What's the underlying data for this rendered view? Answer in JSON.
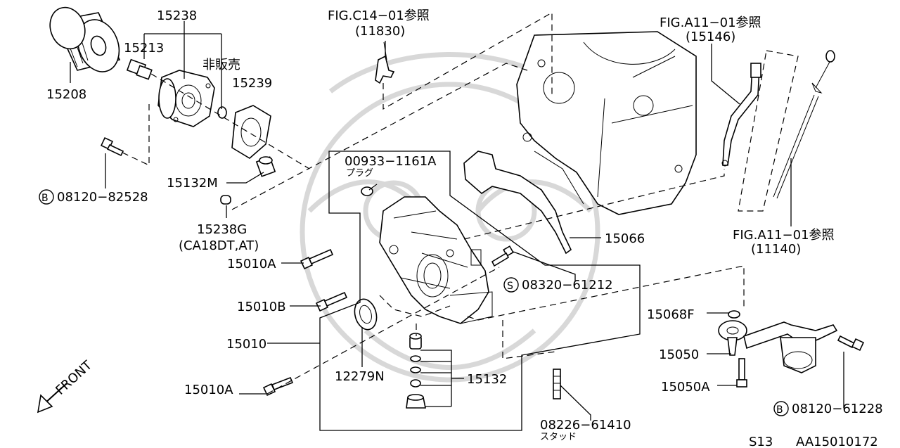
{
  "labels": {
    "p15208": "15208",
    "p15238": "15238",
    "p15213": "15213",
    "not_for_sale": "非販売",
    "p15239": "15239",
    "bolt_08120_82528": "08120−82528",
    "p15132M": "15132M",
    "p15238G": "15238G",
    "p15238G_note": "(CA18DT,AT)",
    "fig_c14_01": "FIG.C14−01参照",
    "fig_c14_01_ref": "(11830)",
    "p00933_1161A": "00933−1161A",
    "plug": "プラグ",
    "fig_a11_01_top": "FIG.A11−01参照",
    "fig_a11_01_top_ref": "(15146)",
    "fig_a11_01_right": "FIG.A11−01参照",
    "fig_a11_01_right_ref": "(11140)",
    "p15066": "15066",
    "p15010A_top": "15010A",
    "screw_08320_61212": "08320−61212",
    "p15010B": "15010B",
    "p15010": "15010",
    "p12279N": "12279N",
    "p15132": "15132",
    "p15010A_bottom": "15010A",
    "p15068F": "15068F",
    "p15050": "15050",
    "p15050A": "15050A",
    "bolt_08120_61228": "08120−61228",
    "stud_08226_61410": "08226−61410",
    "stud": "スタッド",
    "front": "FRONT",
    "model": "S13",
    "drawing_id": "AA15010172",
    "prefix_b": "B",
    "prefix_s": "S"
  },
  "icons": {
    "front_arrow": "front-arrow-icon",
    "circle_b": "circled-b-icon",
    "circle_s": "circled-s-icon"
  }
}
